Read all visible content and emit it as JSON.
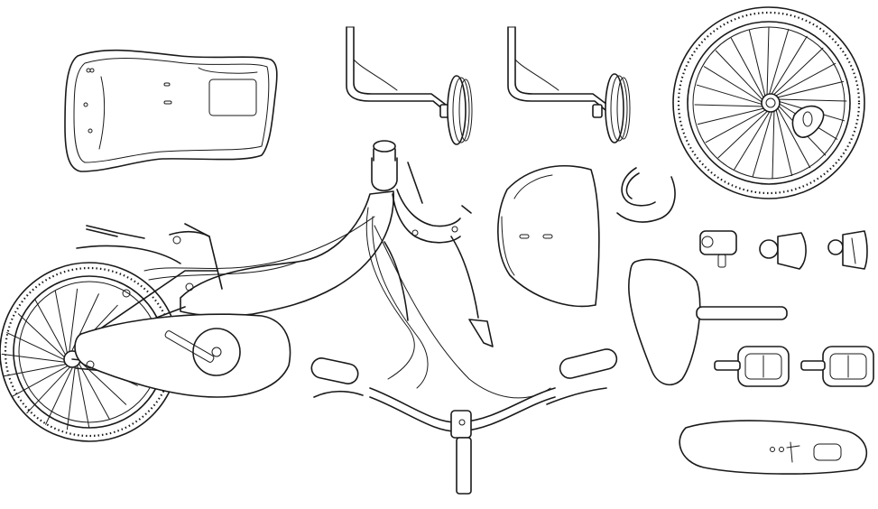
{
  "diagram": {
    "type": "exploded-parts-line-drawing",
    "parts": [
      {
        "id": "chain-guard",
        "icon": "chain-guard-icon"
      },
      {
        "id": "training-wheel-left",
        "icon": "training-wheel-icon"
      },
      {
        "id": "training-wheel-right",
        "icon": "training-wheel-icon"
      },
      {
        "id": "front-wheel",
        "icon": "wheel-icon"
      },
      {
        "id": "bike-frame-with-rear-wheel",
        "icon": "bike-frame-icon"
      },
      {
        "id": "front-fork",
        "icon": "fork-icon"
      },
      {
        "id": "front-fender",
        "icon": "fender-icon"
      },
      {
        "id": "handlebar",
        "icon": "handlebar-icon"
      },
      {
        "id": "brake-cables",
        "icon": "cable-icon"
      },
      {
        "id": "bell",
        "icon": "bell-icon"
      },
      {
        "id": "front-reflector",
        "icon": "reflector-icon"
      },
      {
        "id": "rear-reflector",
        "icon": "reflector-icon"
      },
      {
        "id": "saddle",
        "icon": "saddle-icon"
      },
      {
        "id": "pedal-left",
        "icon": "pedal-icon"
      },
      {
        "id": "pedal-right",
        "icon": "pedal-icon"
      },
      {
        "id": "rear-fender-section",
        "icon": "fender-icon"
      }
    ],
    "colors": {
      "line": "#1a1a1a",
      "background": "#ffffff"
    }
  }
}
